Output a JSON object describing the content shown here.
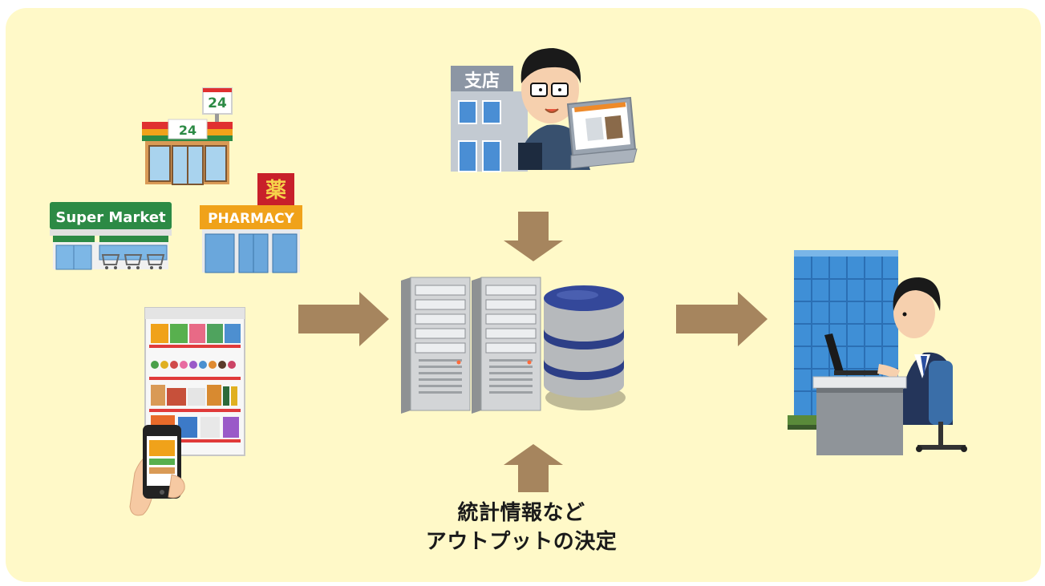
{
  "stores": {
    "convenience_sign": "24",
    "convenience_roof": "24",
    "supermarket_sign": "Super Market",
    "pharmacy_sign": "PHARMACY",
    "pharmacy_kanji": "薬"
  },
  "branch": {
    "sign": "支店"
  },
  "caption": {
    "line1": "統計情報など",
    "line2": "アウトプットの決定"
  },
  "colors": {
    "background": "#fff9c8",
    "arrow": "#a6855e",
    "server": "#c9cbcd",
    "database": "#2d3f87",
    "building_glass": "#3f8fd6",
    "green_sign": "#2c8a45",
    "pharmacy_orange": "#f0a21a"
  }
}
